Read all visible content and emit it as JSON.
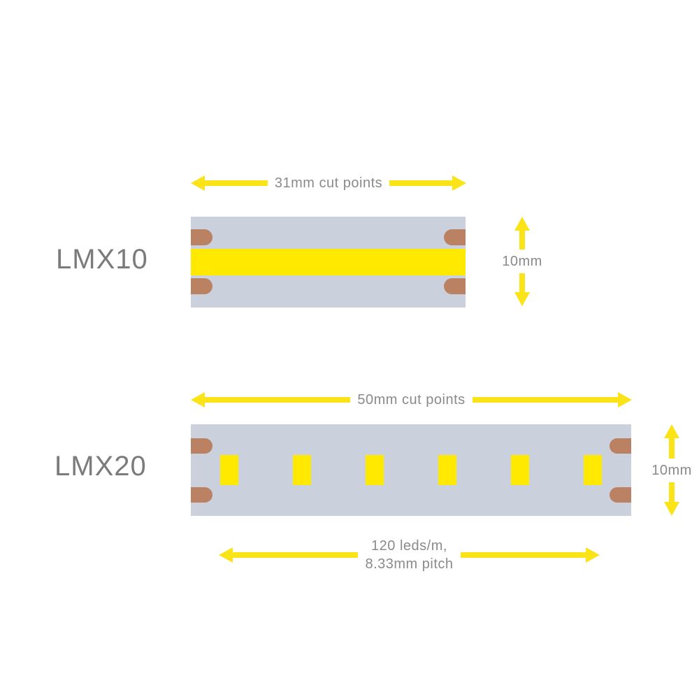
{
  "colors": {
    "arrow_yellow": "#FAE316",
    "led_yellow": "#FFE900",
    "strip_gray": "#CBD1DC",
    "pad_copper": "#BA8162",
    "label_gray": "#7B7B7B",
    "dim_text": "#8A8A8A",
    "page_bg": "#FFFFFF"
  },
  "lmx10": {
    "label": "LMX10",
    "cut_points": "31mm cut points",
    "strip_width": "10mm"
  },
  "lmx20": {
    "label": "LMX20",
    "cut_points": "50mm cut points",
    "strip_width": "10mm",
    "pitch_line1": "120 leds/m,",
    "pitch_line2": "8.33mm pitch",
    "led_count": 6
  }
}
